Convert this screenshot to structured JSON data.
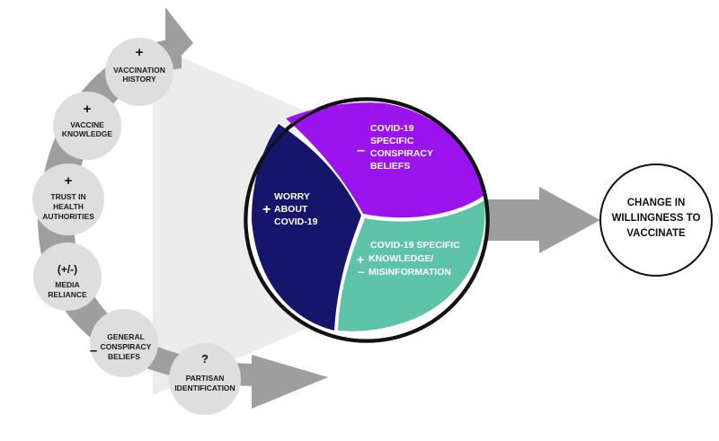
{
  "factors": [
    {
      "sign": "+",
      "lines": [
        "VACCINATION",
        "HISTORY"
      ]
    },
    {
      "sign": "+",
      "lines": [
        "VACCINE",
        "KNOWLEDGE"
      ]
    },
    {
      "sign": "+",
      "lines": [
        "TRUST IN",
        "HEALTH",
        "AUTHORITIES"
      ]
    },
    {
      "sign": "(+/-)",
      "lines": [
        "MEDIA",
        "RELIANCE"
      ]
    },
    {
      "sign": "–",
      "lines": [
        "GENERAL",
        "CONSPIRACY",
        "BELIEFS"
      ]
    },
    {
      "sign": "?",
      "lines": [
        "PARTISAN",
        "IDENTIFICATION"
      ]
    }
  ],
  "center": {
    "worry": {
      "sign": "+",
      "lines": [
        "WORRY",
        "ABOUT",
        "COVID-19"
      ]
    },
    "conspiracy": {
      "sign": "–",
      "lines": [
        "COVID-19",
        "SPECIFIC",
        "CONSPIRACY",
        "BELIEFS"
      ]
    },
    "knowledge": {
      "line1": "COVID-19 SPECIFIC",
      "sign_plus": "+",
      "line2": "KNOWLEDGE/",
      "sign_minus": "–",
      "line3": "MISINFORMATION"
    }
  },
  "outcome": {
    "lines": [
      "CHANGE IN",
      "WILLINGNESS TO",
      "VACCINATE"
    ]
  },
  "colors": {
    "arrow_gray": "#9e9e9e",
    "node_fill": "#dedede",
    "cone_fill": "#ececec",
    "navy": "#15166b",
    "purple": "#9b14ee",
    "teal": "#5ec4a8",
    "ring": "#111111"
  }
}
